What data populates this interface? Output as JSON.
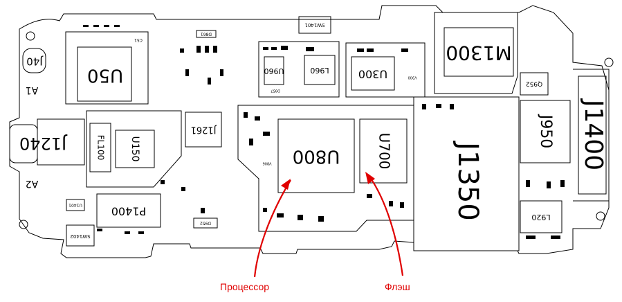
{
  "components": {
    "u50": "U50",
    "j40": "J40",
    "a1": "A1",
    "c51": "C51",
    "j1240": "J1240",
    "a2": "A2",
    "fl100": "FL100",
    "u150": "U150",
    "j1261": "J1261",
    "d861": "D861",
    "sw1401": "SW1401",
    "u960": "U960",
    "l960": "L960",
    "d957": "D957",
    "u300": "U300",
    "v300": "V300",
    "m1300": "M1300",
    "q952": "Q952",
    "j950": "J950",
    "j1400": "J1400",
    "u800": "U800",
    "v806": "V806",
    "u700": "U700",
    "j1350": "J1350",
    "l920": "L920",
    "p1400": "P1400",
    "u1401": "U1401",
    "sw1402": "SW1402",
    "d952": "D952"
  },
  "annotations": {
    "processor": "Процессор",
    "flash": "Флэш"
  },
  "colors": {
    "outline": "#000000",
    "arrow": "#e00000"
  }
}
